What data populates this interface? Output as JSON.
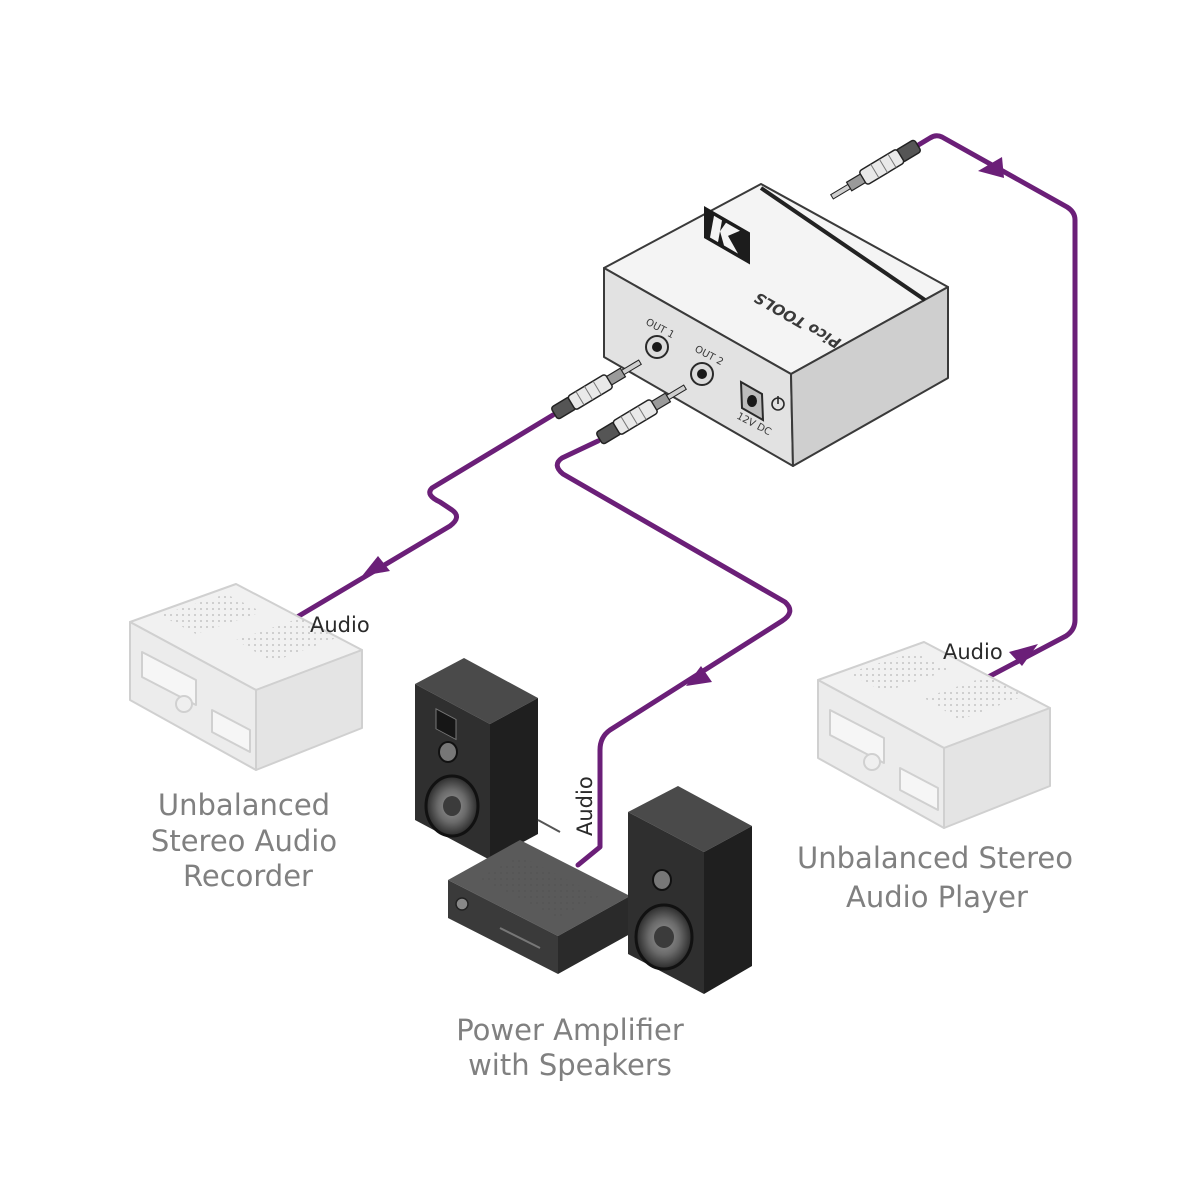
{
  "device": {
    "name": "Pico TOOLS",
    "out1": "OUT 1",
    "out2": "OUT 2",
    "power": "12V DC"
  },
  "labels": {
    "audio_recorder": "Audio",
    "audio_amp": "Audio",
    "audio_player": "Audio",
    "recorder_line1": "Unbalanced",
    "recorder_line2": "Stereo Audio",
    "recorder_line3": "Recorder",
    "amp_line1": "Power Amplifier",
    "amp_line2": "with Speakers",
    "player_line1": "Unbalanced Stereo",
    "player_line2": "Audio Player"
  },
  "colors": {
    "cable": "#6b1f78",
    "device_body": "#ededed",
    "ghost_device": "#d4d4d4",
    "speaker": "#2e2e2e",
    "label_gray": "#808080"
  }
}
